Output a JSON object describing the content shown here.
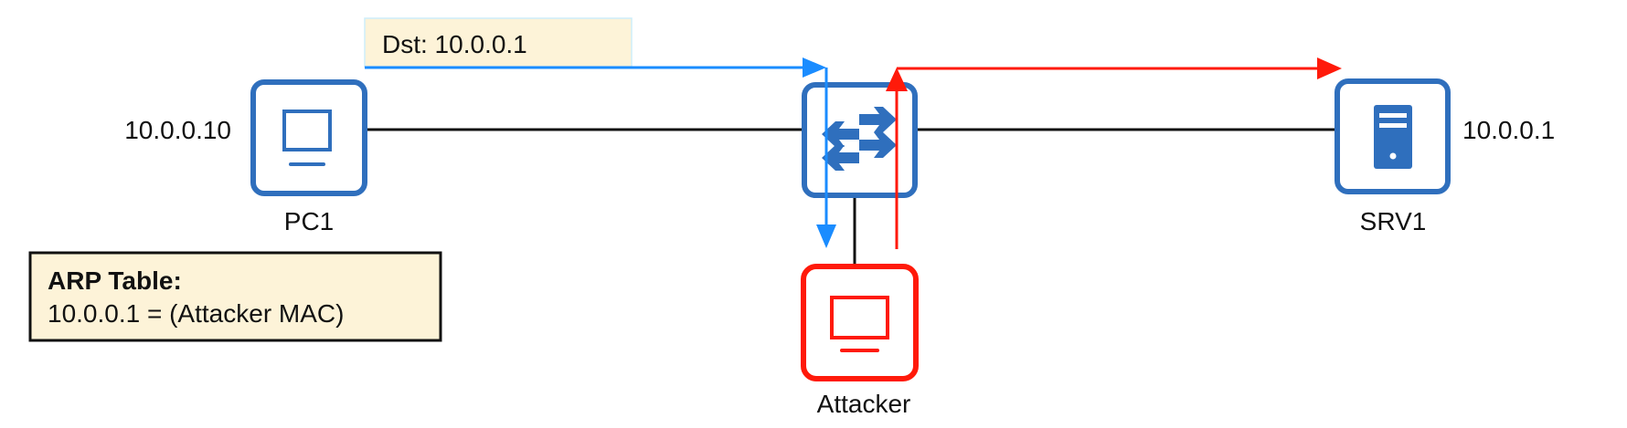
{
  "diagram": {
    "type": "network-topology",
    "title": "ARP spoofing man-in-the-middle",
    "colors": {
      "device_blue": "#2f6fbd",
      "attacker_red": "#ff1a0a",
      "flow_blue": "#1a8cff",
      "flow_red": "#ff1a0a",
      "link_black": "#111111",
      "note_fill": "#fdf3d8"
    },
    "nodes": {
      "pc1": {
        "label": "PC1",
        "ip": "10.0.0.10",
        "icon": "desktop-icon"
      },
      "switch": {
        "label": "",
        "icon": "switch-arrows-icon"
      },
      "srv1": {
        "label": "SRV1",
        "ip": "10.0.0.1",
        "icon": "server-icon"
      },
      "attacker": {
        "label": "Attacker",
        "icon": "desktop-icon"
      }
    },
    "links": [
      {
        "from": "PC1",
        "to": "Switch"
      },
      {
        "from": "Switch",
        "to": "SRV1"
      },
      {
        "from": "Switch",
        "to": "Attacker"
      }
    ],
    "flows": [
      {
        "name": "victim-traffic",
        "color": "blue",
        "path": [
          "PC1",
          "Switch",
          "Attacker"
        ]
      },
      {
        "name": "forwarded-traffic",
        "color": "red",
        "path": [
          "Attacker",
          "Switch",
          "SRV1"
        ]
      }
    ],
    "packet_label": "Dst: 10.0.0.1",
    "arp_table": {
      "title": "ARP Table:",
      "entry": "10.0.0.1 = (Attacker MAC)"
    }
  }
}
